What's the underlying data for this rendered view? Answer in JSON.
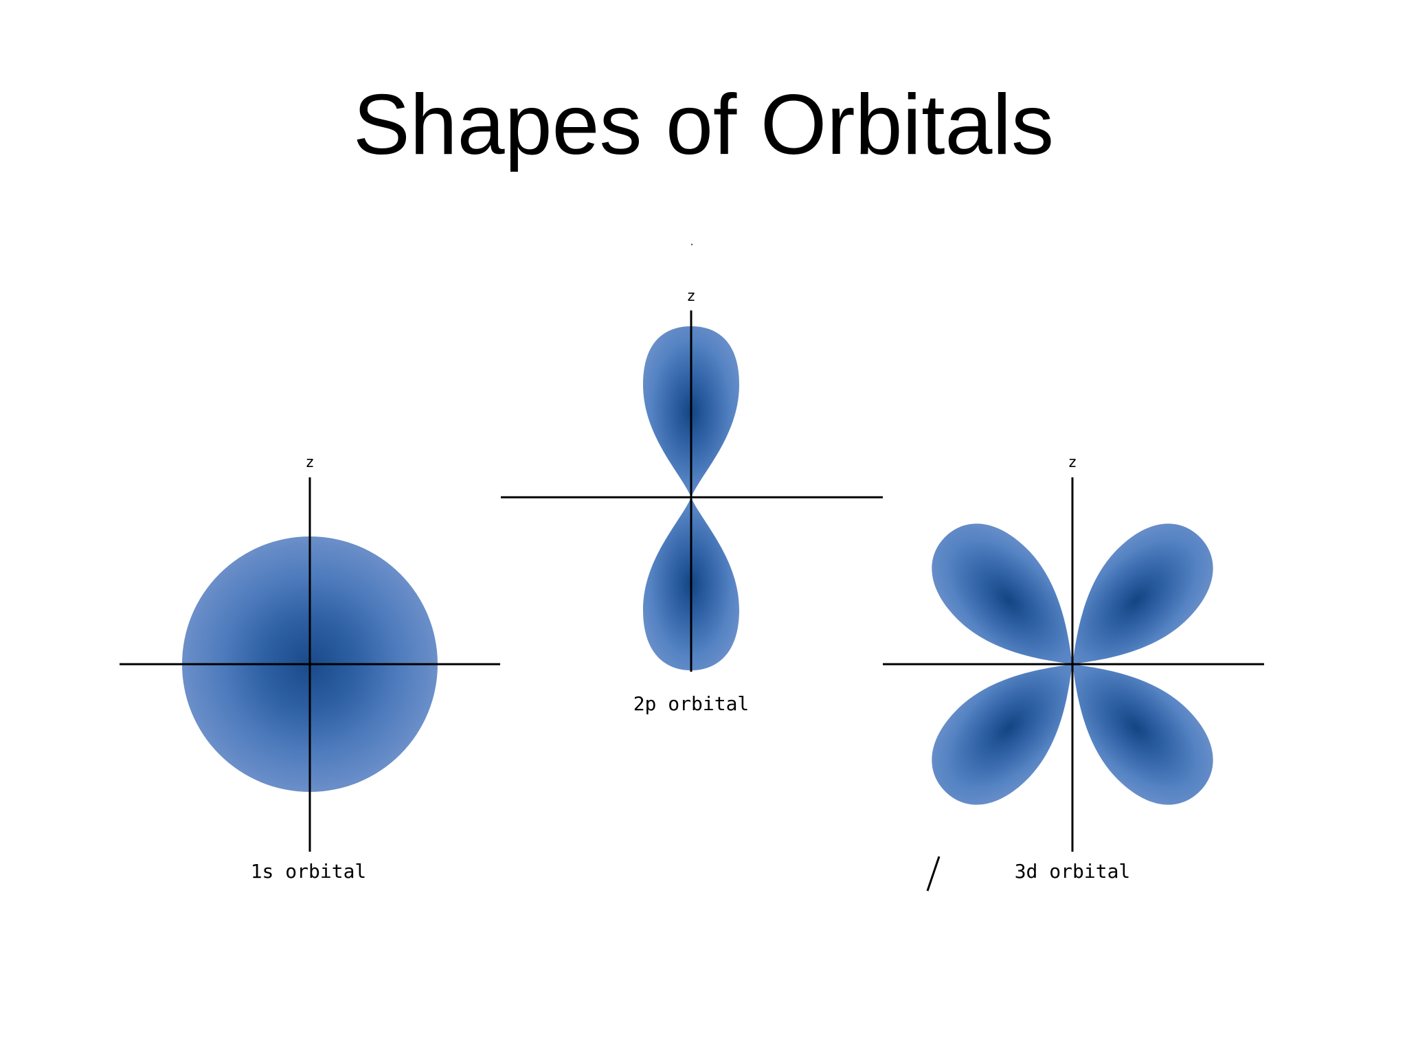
{
  "title": "Shapes of Orbitals",
  "colors": {
    "orbital_light": "#6b8fc9",
    "orbital_mid": "#3a6aab",
    "orbital_dark": "#1a4a8a",
    "axis": "#000000",
    "background": "#ffffff"
  },
  "orbitals": [
    {
      "id": "1s",
      "shape": "sphere",
      "axis_label": "z",
      "label": "1s orbital"
    },
    {
      "id": "2p",
      "shape": "dumbbell",
      "axis_label": "z",
      "label": "2p orbital"
    },
    {
      "id": "3d",
      "shape": "cloverleaf",
      "axis_label": "z",
      "label": "3d orbital"
    }
  ]
}
